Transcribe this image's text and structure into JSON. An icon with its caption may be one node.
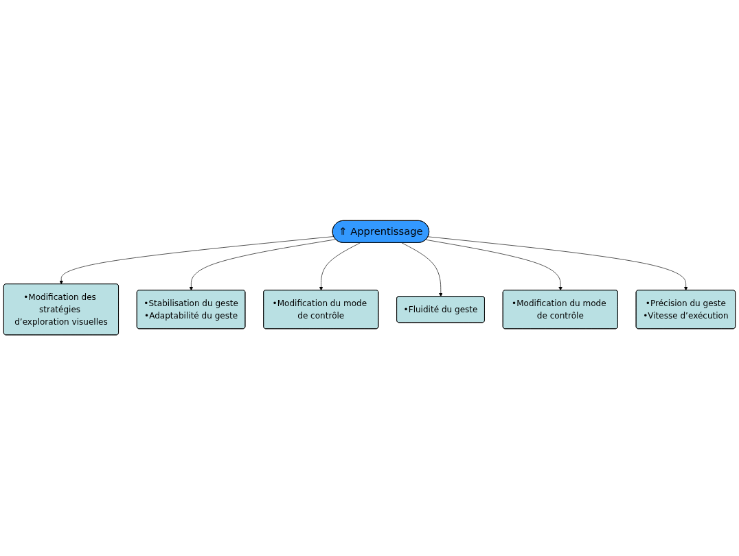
{
  "diagram": {
    "nodes": [
      {
        "text": [
          "•Modification des stratégies d’exploration visuelles"
        ]
      },
      {
        "text": [
          "•Stabilisation du geste",
          "•Adaptabilité du geste"
        ]
      },
      {
        "text": [
          "•Modification du mode de contrôle"
        ]
      },
      {
        "text": [
          "⇑ Apprentissage"
        ]
      },
      {
        "text": [
          "•Fluidité du geste"
        ]
      },
      {
        "text": [
          "•Modification du mode de contrôle"
        ]
      },
      {
        "text": [
          "•Précision du geste",
          "•Vitesse d’exécution"
        ]
      }
    ],
    "edges": [
      {
        "from": 3,
        "to": 0,
        "arrow": "to"
      },
      {
        "from": 3,
        "to": 1,
        "arrow": "to"
      },
      {
        "from": 3,
        "to": 2,
        "arrow": "to"
      },
      {
        "from": 3,
        "to": 4,
        "arrow": "to"
      },
      {
        "from": 3,
        "to": 5,
        "arrow": "to"
      },
      {
        "from": 3,
        "to": 6,
        "arrow": "to"
      }
    ]
  }
}
